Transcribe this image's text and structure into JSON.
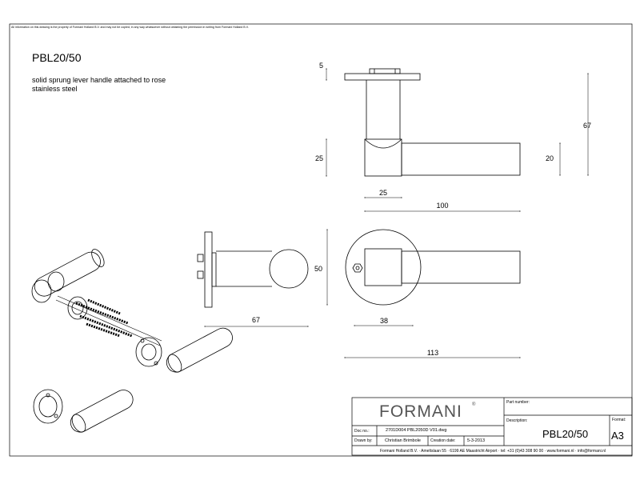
{
  "notice": "All information on this drawing is the property of Formani Holland B.V. and may not be copied, in any way whatsoever without obtaining the permission in writing from Formani Holland B.V.",
  "model": "PBL20/50",
  "description": [
    "solid sprung lever handle attached to rose",
    "stainless steel"
  ],
  "dimensions": {
    "rose_thickness": "5",
    "total_height": "67",
    "rose_height": "25",
    "lever_thickness": "20",
    "rose_width": "25",
    "lever_length": "100",
    "rose_diameter": "50",
    "side_projection": "67",
    "rose_center": "38",
    "overall_length": "113"
  },
  "title_block": {
    "brand": "FORMANI",
    "brand_mark": "®",
    "part_number_label": "Part number:",
    "description_label": "Description:",
    "description_value": "PBL20/50",
    "format_label": "Format:",
    "format_value": "A3",
    "doc_label": "Doc no.:",
    "doc_value": "2701D004 PBL2050D V01.dwg",
    "drawn_label": "Drawn by:",
    "drawn_value": "Christian Brimbole",
    "created_label": "Creation date:",
    "created_value": "5-3-2013",
    "footer": "Formani Holland B.V.  ·  Ameltslaan 55  ·  6199 AE Maastricht Airport  ·  tel: +31 (0)43 308 90 00  ·  www.formani.nl  ·  info@formani.nl"
  }
}
